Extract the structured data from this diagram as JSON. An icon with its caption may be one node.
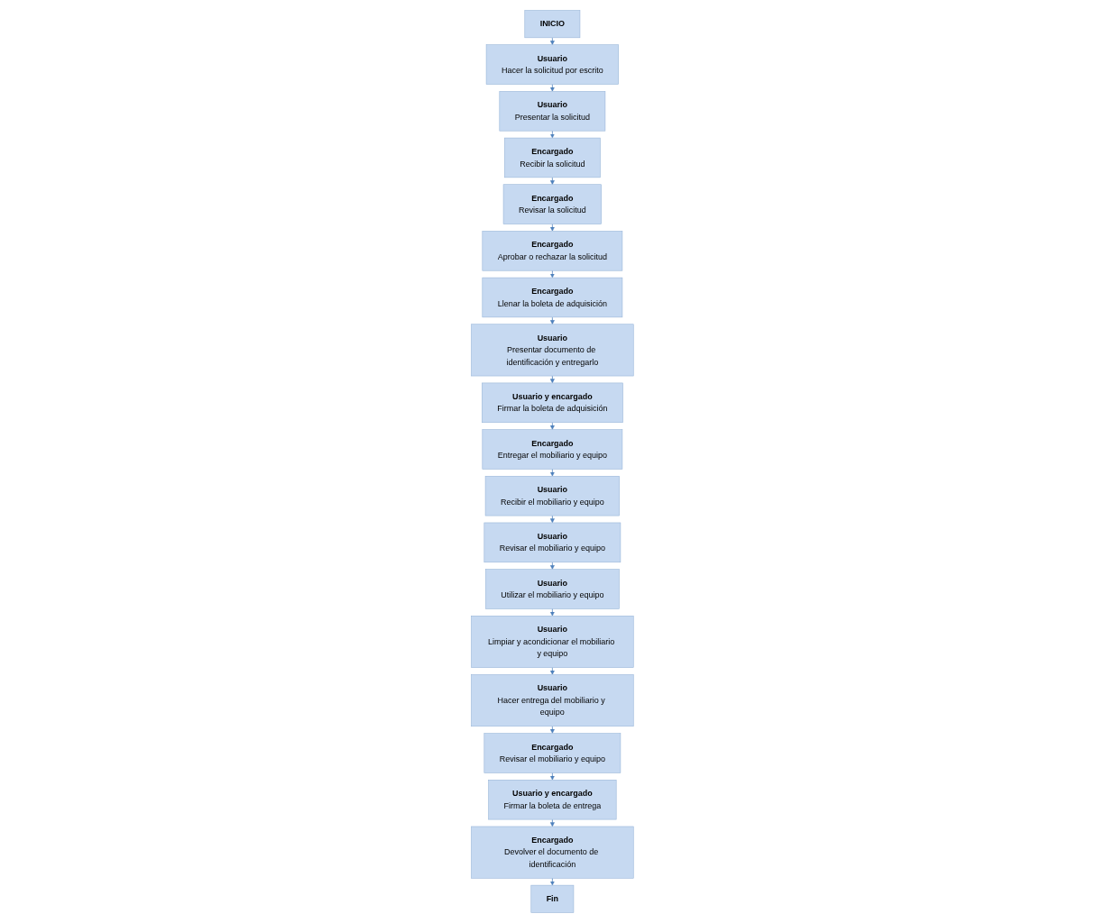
{
  "diagram": {
    "nodes": [
      {
        "text": [
          "INICIO"
        ]
      },
      {
        "text": [
          "Usuario",
          "Hacer la solicitud por escrito"
        ]
      },
      {
        "text": [
          "Usuario",
          "Presentar la solicitud"
        ]
      },
      {
        "text": [
          "Encargado",
          "Recibir la solicitud"
        ]
      },
      {
        "text": [
          "Encargado",
          "Revisar la solicitud"
        ]
      },
      {
        "text": [
          "Encargado",
          "Aprobar o rechazar la solicitud"
        ]
      },
      {
        "text": [
          "Encargado",
          "Llenar la boleta de adquisición"
        ]
      },
      {
        "text": [
          "Usuario",
          "Presentar documento de identificación y entregarlo"
        ]
      },
      {
        "text": [
          "Usuario y encargado",
          "Firmar la boleta de adquisición"
        ]
      },
      {
        "text": [
          "Encargado",
          "Entregar el mobiliario y equipo"
        ]
      },
      {
        "text": [
          "Usuario",
          "Recibir el mobiliario y equipo"
        ]
      },
      {
        "text": [
          "Usuario",
          "Revisar el mobiliario y equipo"
        ]
      },
      {
        "text": [
          "Usuario",
          "Utilizar el mobiliario y equipo"
        ]
      },
      {
        "text": [
          "Usuario",
          "Limpiar y acondicionar el mobiliario y equipo"
        ]
      },
      {
        "text": [
          "Usuario",
          "Hacer entrega del mobiliario y equipo"
        ]
      },
      {
        "text": [
          "Encargado",
          "Revisar el mobiliario y equipo"
        ]
      },
      {
        "text": [
          "Usuario y encargado",
          "Firmar la boleta de entrega"
        ]
      },
      {
        "text": [
          "Encargado",
          "Devolver el documento de identificación"
        ]
      },
      {
        "text": [
          "Fin"
        ]
      }
    ],
    "edges": [
      {
        "from": 0,
        "to": 1,
        "arrow": "to"
      },
      {
        "from": 1,
        "to": 2,
        "arrow": "to"
      },
      {
        "from": 2,
        "to": 3,
        "arrow": "to"
      },
      {
        "from": 3,
        "to": 4,
        "arrow": "to"
      },
      {
        "from": 4,
        "to": 5,
        "arrow": "to"
      },
      {
        "from": 5,
        "to": 6,
        "arrow": "to"
      },
      {
        "from": 6,
        "to": 7,
        "arrow": "to"
      },
      {
        "from": 7,
        "to": 8,
        "arrow": "to"
      },
      {
        "from": 8,
        "to": 9,
        "arrow": "to"
      },
      {
        "from": 9,
        "to": 10,
        "arrow": "to"
      },
      {
        "from": 10,
        "to": 11,
        "arrow": "to"
      },
      {
        "from": 11,
        "to": 12,
        "arrow": "to"
      },
      {
        "from": 12,
        "to": 13,
        "arrow": "to"
      },
      {
        "from": 13,
        "to": 14,
        "arrow": "to"
      },
      {
        "from": 14,
        "to": 15,
        "arrow": "to"
      },
      {
        "from": 15,
        "to": 16,
        "arrow": "to"
      },
      {
        "from": 16,
        "to": 17,
        "arrow": "to"
      },
      {
        "from": 17,
        "to": 18,
        "arrow": "to"
      }
    ]
  }
}
